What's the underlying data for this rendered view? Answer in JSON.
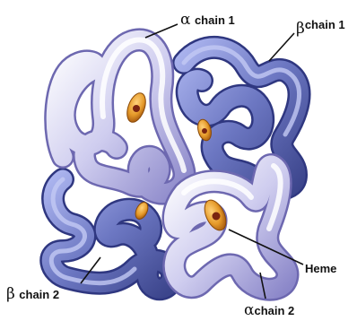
{
  "labels": {
    "alpha1": {
      "greek": "α",
      "text": "chain 1"
    },
    "beta1": {
      "greek": "β",
      "text": "chain 1"
    },
    "beta2": {
      "greek": "β",
      "text": "chain 2"
    },
    "alpha2": {
      "greek": "α",
      "text": "chain 2"
    },
    "heme": {
      "text": "Heme"
    }
  },
  "colors": {
    "alpha_tube": "#c9c7ec",
    "alpha_highlight": "#f4f3ff",
    "beta_tube": "#6f79c4",
    "beta_highlight": "#b9c0ee",
    "heme_disc": "#e59a2a",
    "heme_core": "#8a2a10",
    "leader_line": "#111111"
  },
  "icons": [
    "hemoglobin-structure-illustration",
    "heme-group-icon"
  ]
}
